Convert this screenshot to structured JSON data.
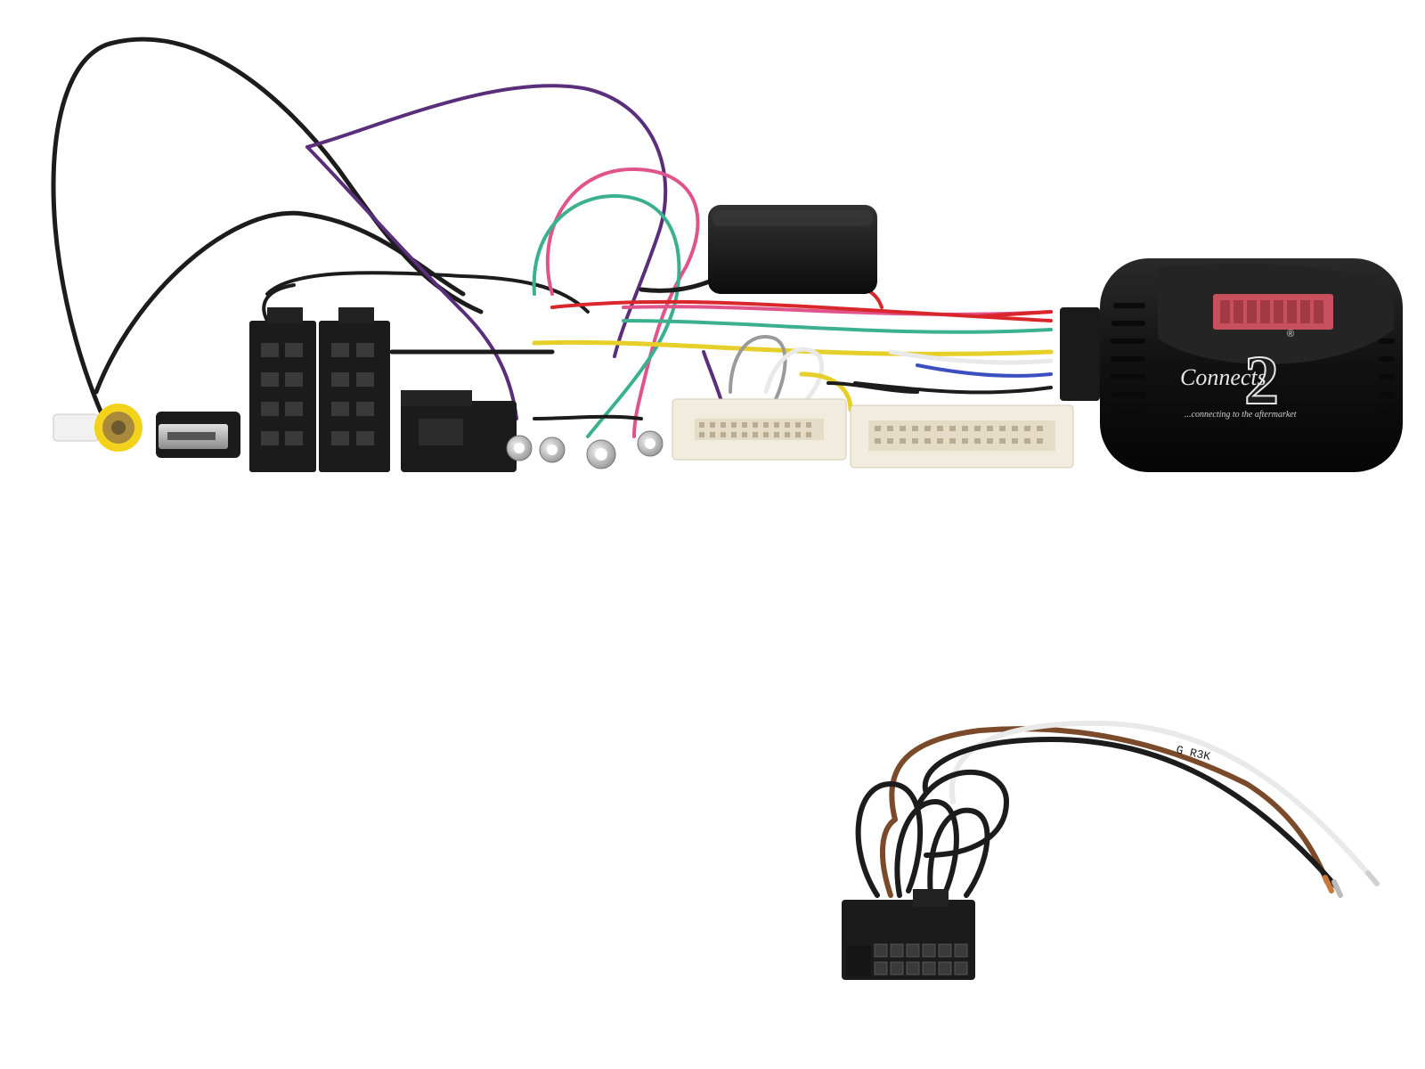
{
  "product": {
    "brand_logo": {
      "numeral": "2",
      "wordmark": "Connects",
      "registered_mark": "®",
      "tagline": "...connecting to the aftermarket"
    },
    "wire_marking": "G R3K"
  },
  "colors": {
    "background": "#ffffff",
    "module_body": "#151515",
    "dip_switch": "#c8505c",
    "connector_white": "#f1ecdd",
    "connector_black": "#1b1b1b",
    "rca_yellow": "#f2d21a",
    "wire_black": "#1c1c1c",
    "wire_purple": "#5a2e7a",
    "wire_pink": "#e0548c",
    "wire_green": "#3bb08f",
    "wire_red": "#d8262a",
    "wire_yellow": "#e6cf29",
    "wire_blue": "#3c4fbf",
    "wire_brown": "#7a4a2a",
    "wire_white": "#e9e9e9",
    "wire_grey": "#9a9a9a"
  },
  "components": [
    {
      "icon": "rca-plug-icon"
    },
    {
      "icon": "usb-plug-icon"
    },
    {
      "icon": "iso-connector-icon"
    },
    {
      "icon": "square-connector-icon"
    },
    {
      "icon": "ring-terminal-icon"
    },
    {
      "icon": "white-multipin-connector-icon"
    },
    {
      "icon": "interface-module-icon"
    },
    {
      "icon": "patch-lead-connector-icon"
    }
  ]
}
